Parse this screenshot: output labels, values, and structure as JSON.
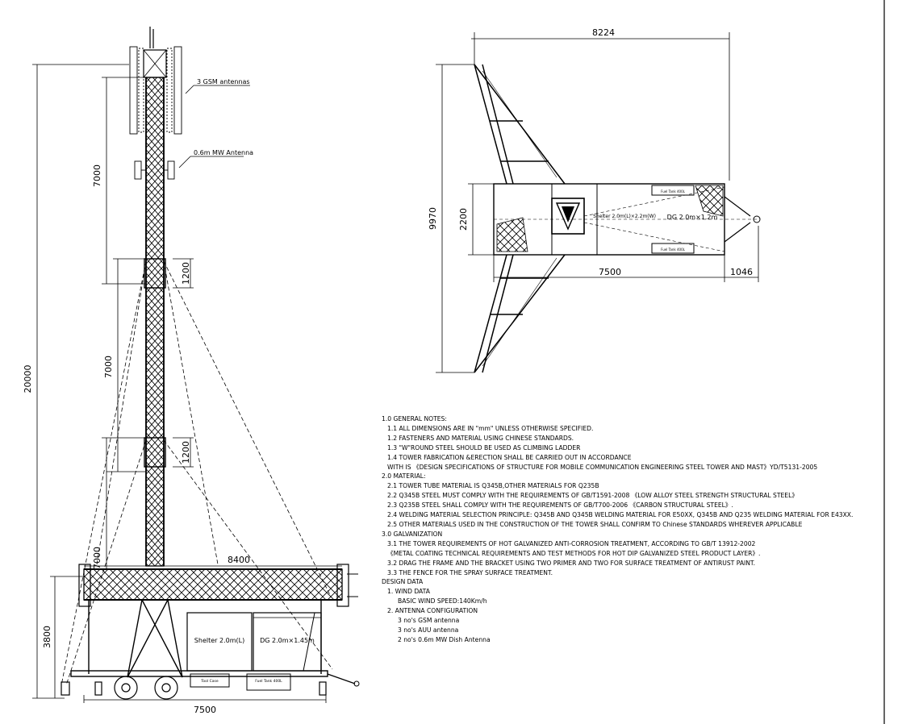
{
  "elevation": {
    "antenna_callouts": [
      "3 GSM antennas",
      "0.6m MW Antenna"
    ],
    "dimensions": {
      "height_total": "20000",
      "section_top": "7000",
      "section_mid": "7000",
      "section_low": "7000",
      "overlap_upper": "1200",
      "overlap_lower": "1200",
      "trailer_height": "3800",
      "boom_length": "8400",
      "trailer_length": "7500"
    },
    "equipment": {
      "shelter": "Shelter 2.0m(L)",
      "dg": "DG 2.0m×1.45m",
      "tool_case": "Tool Case",
      "fuel_tank": "Fuel Tank 400L"
    }
  },
  "plan": {
    "dimensions": {
      "outrigger_span": "8224",
      "overall_width": "9970",
      "trailer_width": "2200",
      "trailer_length": "7500",
      "drawbar": "1046"
    },
    "equipment": {
      "shelter": "Shelter 2.0m(L)×2.2m(W)",
      "dg": "DG 2.0m×1.2m",
      "fuel_tank_a": "Fuel Tank 400L",
      "fuel_tank_b": "Fuel Tank 400L"
    }
  },
  "notes": {
    "general_title": "1.0 GENERAL NOTES:",
    "general": [
      "1.1 ALL DIMENSIONS ARE IN \"mm\" UNLESS OTHERWISE SPECIFIED.",
      "1.2 FASTENERS AND MATERIAL USING CHINESE STANDARDS.",
      "1.3 \"W\"ROUND STEEL SHOULD BE USED AS CLIMBING LADDER",
      "1.4 TOWER FABRICATION &ERECTION SHALL BE CARRIED OUT IN ACCORDANCE",
      "WITH IS 《DESIGN SPECIFICATIONS OF STRUCTURE FOR MOBILE COMMUNICATION ENGINEERING STEEL TOWER AND MAST》YD/T5131-2005"
    ],
    "material_title": "2.0 MATERIAL:",
    "material": [
      "2.1 TOWER TUBE MATERIAL IS Q345B,OTHER MATERIALS FOR Q235B",
      "2.2 Q345B STEEL MUST COMPLY WITH THE REQUIREMENTS OF GB/T1591-2008 《LOW ALLOY STEEL STRENGTH STRUCTURAL STEEL》",
      "2.3 Q235B STEEL SHALL COMPLY WITH THE REQUIREMENTS OF GB/T700-2006 《CARBON STRUCTURAL STEEL》.",
      "2.4 WELDING MATERIAL SELECTION PRINCIPLE: Q345B AND Q345B WELDING MATERIAL FOR E50XX, Q345B AND Q235 WELDING MATERIAL FOR E43XX.",
      "2.5 OTHER MATERIALS USED IN THE CONSTRUCTION OF THE TOWER SHALL CONFIRM TO Chinese STANDARDS WHEREVER APPLICABLE"
    ],
    "galvanization_title": "3.0 GALVANIZATION",
    "galvanization": [
      "3.1 THE TOWER REQUIREMENTS OF HOT GALVANIZED ANTI-CORROSION TREATMENT, ACCORDING TO GB/T 13912-2002",
      "《METAL COATING TECHNICAL REQUIREMENTS AND TEST METHODS FOR HOT DIP GALVANIZED STEEL PRODUCT LAYER》.",
      "3.2 DRAG THE FRAME AND THE BRACKET USING TWO PRIMER AND TWO FOR SURFACE TREATMENT OF ANTIRUST PAINT.",
      "3.3 THE FENCE FOR THE SPRAY SURFACE TREATMENT."
    ],
    "design_title": "DESIGN DATA",
    "wind_title": "1. WIND DATA",
    "wind_value": "BASIC WIND SPEED:140Km/h",
    "antenna_title": "2. ANTENNA CONFIGURATION",
    "antenna_items": [
      "3 no's GSM antenna",
      "3 no's AUU antenna",
      "2 no's 0.6m MW Dish Antenna"
    ]
  }
}
